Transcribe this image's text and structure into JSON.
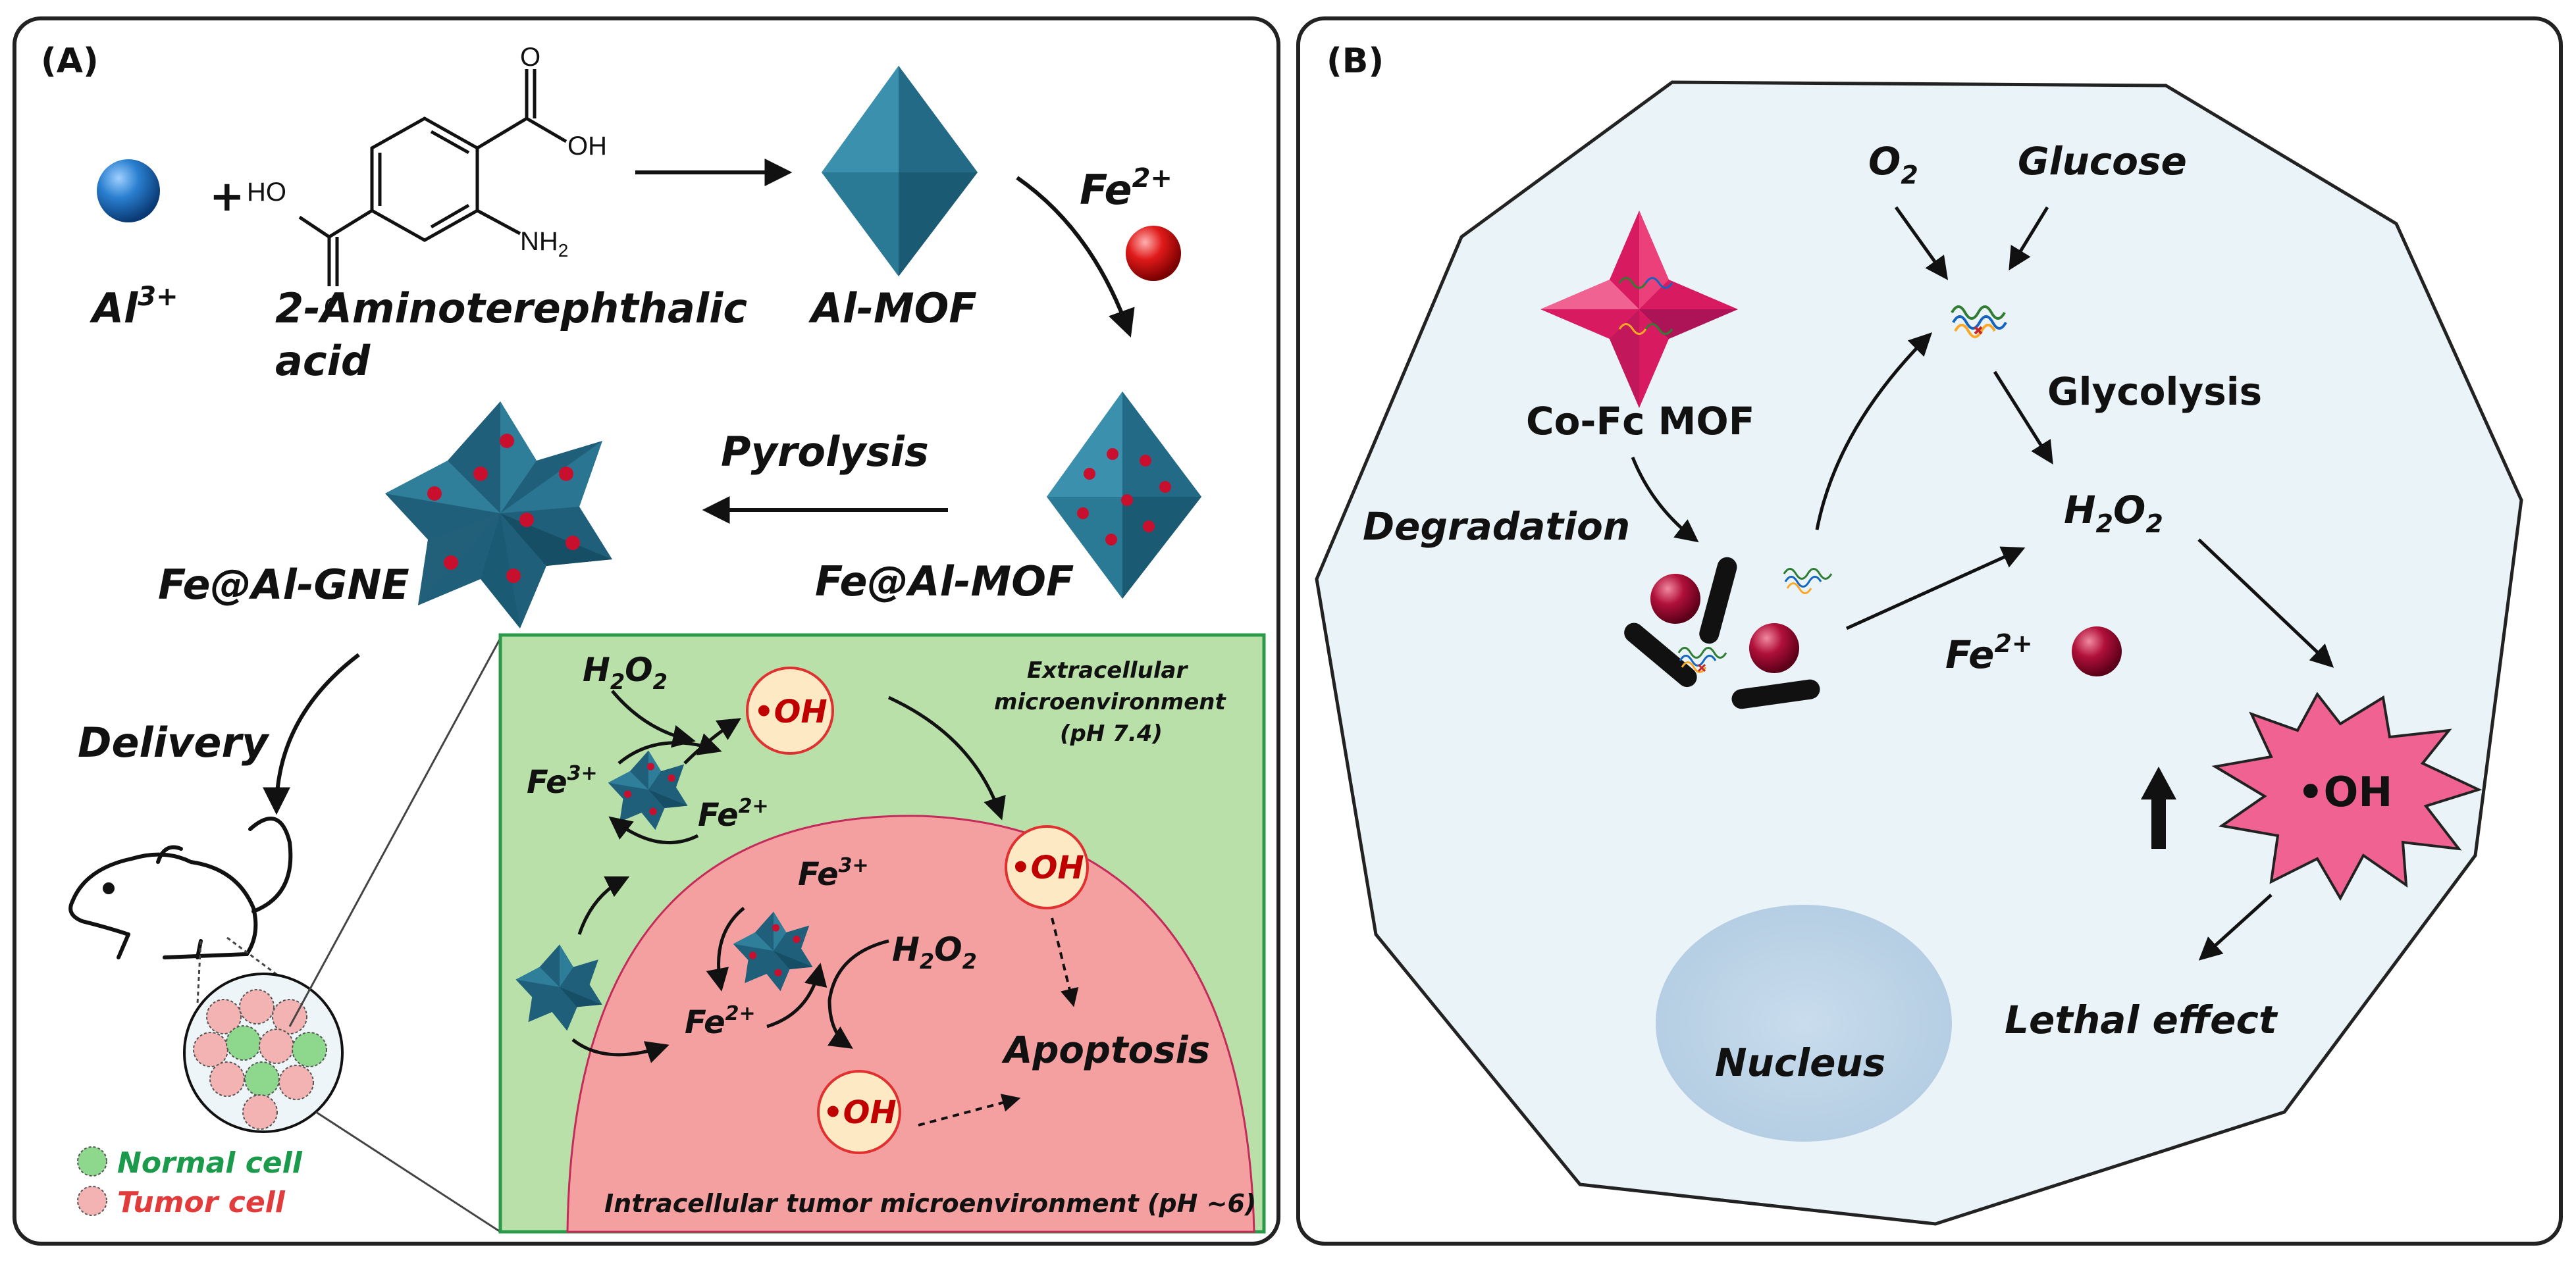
{
  "panelA": {
    "tag": "(A)",
    "al": "Al",
    "al_sup": "3+",
    "plus": "+",
    "ho": "HO",
    "oh": "OH",
    "nh2": "NH",
    "nh2_sub": "2",
    "aminoterephthalic_1": "2-Aminoterephthalic",
    "aminoterephthalic_2": "acid",
    "almof": "Al-MOF",
    "fe": "Fe",
    "fe_sup": "2+",
    "pyrolysis": "Pyrolysis",
    "fe_al_mof": "Fe@Al-MOF",
    "fe_al_gne": "Fe@Al-GNE",
    "delivery": "Delivery",
    "normal_cell": "Normal cell",
    "tumor_cell": "Tumor cell",
    "inset": {
      "h2o2_top": "H",
      "two": "2",
      "o": "O",
      "oh_radical": "•OH",
      "fe3": "Fe",
      "fe3_sup": "3+",
      "fe2": "Fe",
      "fe2_sup": "2+",
      "extracellular_1": "Extracellular",
      "extracellular_2": "microenvironment",
      "extracellular_3": "(pH 7.4)",
      "apoptosis": "Apoptosis",
      "intracellular": "Intracellular tumor microenvironment (pH ~6)"
    }
  },
  "panelB": {
    "tag": "(B)",
    "o2": "O",
    "o2_sub": "2",
    "glucose": "Glucose",
    "cofc": "Co-Fc MOF",
    "glycolysis": "Glycolysis",
    "degradation": "Degradation",
    "h2o2": "H",
    "h2o2_2": "2",
    "h2o2_o": "O",
    "fe": "Fe",
    "fe_sup": "2+",
    "oh_radical": "•OH",
    "lethal": "Lethal effect",
    "nucleus": "Nucleus"
  },
  "colors": {
    "mof_blue": "#1f5f7a",
    "fe_red": "#c8102e",
    "cofc_pink": "#d81b60",
    "inset_green": "#b8e0a8",
    "tumor_pink": "#f4a0a0",
    "cell_fill": "#e9f3f8"
  }
}
